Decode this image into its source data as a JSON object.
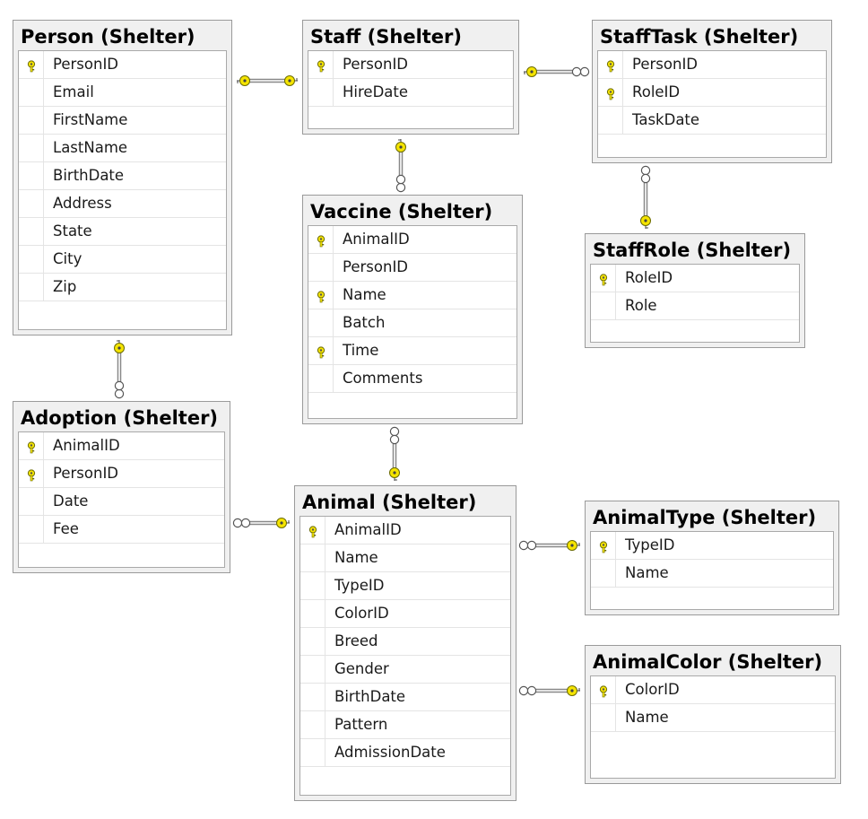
{
  "tables": [
    {
      "id": "person",
      "title": "Person (Shelter)",
      "columns": [
        {
          "name": "PersonID",
          "pk": true
        },
        {
          "name": "Email",
          "pk": false
        },
        {
          "name": "FirstName",
          "pk": false
        },
        {
          "name": "LastName",
          "pk": false
        },
        {
          "name": "BirthDate",
          "pk": false
        },
        {
          "name": "Address",
          "pk": false
        },
        {
          "name": "State",
          "pk": false
        },
        {
          "name": "City",
          "pk": false
        },
        {
          "name": "Zip",
          "pk": false
        }
      ]
    },
    {
      "id": "staff",
      "title": "Staff (Shelter)",
      "columns": [
        {
          "name": "PersonID",
          "pk": true
        },
        {
          "name": "HireDate",
          "pk": false
        }
      ]
    },
    {
      "id": "stafftask",
      "title": "StaffTask (Shelter)",
      "columns": [
        {
          "name": "PersonID",
          "pk": true
        },
        {
          "name": "RoleID",
          "pk": true
        },
        {
          "name": "TaskDate",
          "pk": false
        }
      ]
    },
    {
      "id": "vaccine",
      "title": "Vaccine (Shelter)",
      "columns": [
        {
          "name": "AnimalID",
          "pk": true
        },
        {
          "name": "PersonID",
          "pk": false
        },
        {
          "name": "Name",
          "pk": true
        },
        {
          "name": "Batch",
          "pk": false
        },
        {
          "name": "Time",
          "pk": true
        },
        {
          "name": "Comments",
          "pk": false
        }
      ]
    },
    {
      "id": "staffrole",
      "title": "StaffRole (Shelter)",
      "columns": [
        {
          "name": "RoleID",
          "pk": true
        },
        {
          "name": "Role",
          "pk": false
        }
      ]
    },
    {
      "id": "adoption",
      "title": "Adoption (Shelter)",
      "columns": [
        {
          "name": "AnimalID",
          "pk": true
        },
        {
          "name": "PersonID",
          "pk": true
        },
        {
          "name": "Date",
          "pk": false
        },
        {
          "name": "Fee",
          "pk": false
        }
      ]
    },
    {
      "id": "animal",
      "title": "Animal (Shelter)",
      "columns": [
        {
          "name": "AnimalID",
          "pk": true
        },
        {
          "name": "Name",
          "pk": false
        },
        {
          "name": "TypeID",
          "pk": false
        },
        {
          "name": "ColorID",
          "pk": false
        },
        {
          "name": "Breed",
          "pk": false
        },
        {
          "name": "Gender",
          "pk": false
        },
        {
          "name": "BirthDate",
          "pk": false
        },
        {
          "name": "Pattern",
          "pk": false
        },
        {
          "name": "AdmissionDate",
          "pk": false
        }
      ]
    },
    {
      "id": "animaltype",
      "title": "AnimalType (Shelter)",
      "columns": [
        {
          "name": "TypeID",
          "pk": true
        },
        {
          "name": "Name",
          "pk": false
        }
      ]
    },
    {
      "id": "animalcolor",
      "title": "AnimalColor (Shelter)",
      "columns": [
        {
          "name": "ColorID",
          "pk": true
        },
        {
          "name": "Name",
          "pk": false
        }
      ]
    }
  ],
  "relationships": [
    {
      "from": "person",
      "to": "staff",
      "type": "one-to-one"
    },
    {
      "from": "staff",
      "to": "stafftask",
      "type": "one-to-many"
    },
    {
      "from": "staff",
      "to": "vaccine",
      "type": "one-to-many"
    },
    {
      "from": "staffrole",
      "to": "stafftask",
      "type": "one-to-many"
    },
    {
      "from": "person",
      "to": "adoption",
      "type": "one-to-many"
    },
    {
      "from": "animal",
      "to": "adoption",
      "type": "one-to-many"
    },
    {
      "from": "animal",
      "to": "vaccine",
      "type": "one-to-many"
    },
    {
      "from": "animaltype",
      "to": "animal",
      "type": "one-to-many"
    },
    {
      "from": "animalcolor",
      "to": "animal",
      "type": "one-to-many"
    }
  ],
  "colors": {
    "key_fill": "#f5e400",
    "key_stroke": "#6b6b00",
    "table_bg": "#f0f0f0",
    "border": "#9a9a9a"
  },
  "icons": {
    "key": "primary-key-icon",
    "many": "infinity-icon"
  }
}
